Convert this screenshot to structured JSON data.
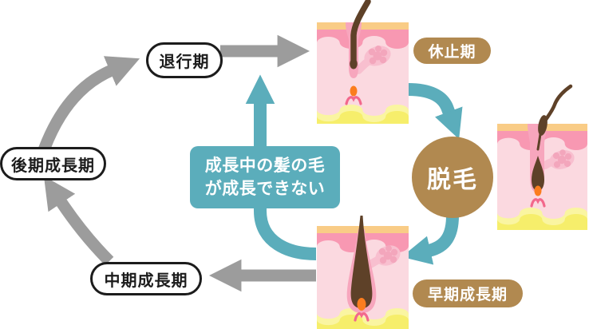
{
  "labels": {
    "regression_phase": "退行期",
    "resting_phase": "休止期",
    "shedding": "脱毛",
    "early_growth_phase": "早期成長期",
    "mid_growth_phase": "中期成長期",
    "late_growth_phase": "後期成長期"
  },
  "callout": {
    "line1": "成長中の髪の毛",
    "line2": "が成長できない"
  },
  "colors": {
    "cycle_arrow_gray": "#9c9c9c",
    "accent_teal": "#5badbb",
    "accent_brown": "#b18950",
    "skin_base_pink": "#fbd9e0",
    "skin_band_pink": "#f898b2",
    "skin_surface_orange": "#f9cc86",
    "skin_fat_yellow_light": "#faf5a1",
    "skin_fat_yellow_deep": "#f6ee6b",
    "follicle_sheath_pink": "#f7a6bd",
    "hair_dark_brown": "#5e4128",
    "papilla_orange": "#fb7d1e",
    "papilla_legs_pink": "#f2688c"
  },
  "illustrations": {
    "resting": "resting-phase-follicle-illustration",
    "shed": "shedding-hair-follicle-illustration",
    "early": "early-growth-follicle-illustration"
  }
}
